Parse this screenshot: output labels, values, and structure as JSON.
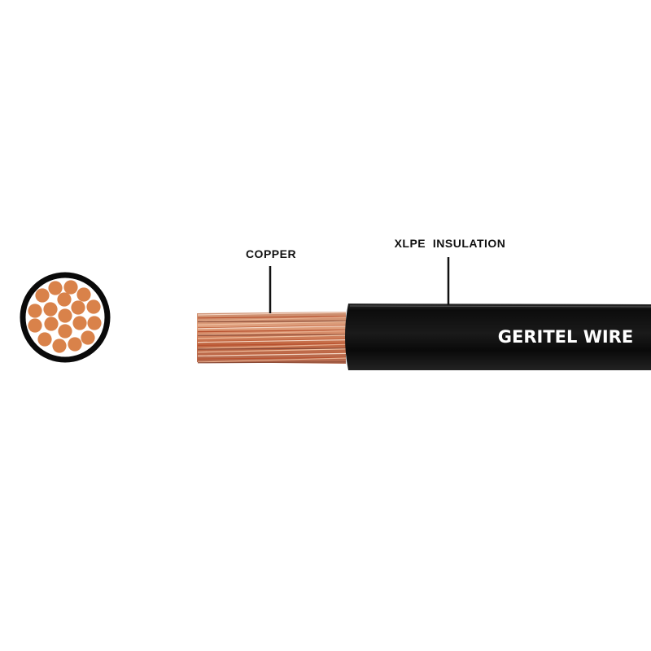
{
  "labels": {
    "copper": "COPPER",
    "insulation": "XLPE  INSULATION",
    "brand": "GERITEL WIRE"
  },
  "colors": {
    "copper": "#d9824a",
    "insulation": "#111111",
    "ring": "#0a0a0a"
  },
  "cross_section": {
    "strand_count": 19
  }
}
